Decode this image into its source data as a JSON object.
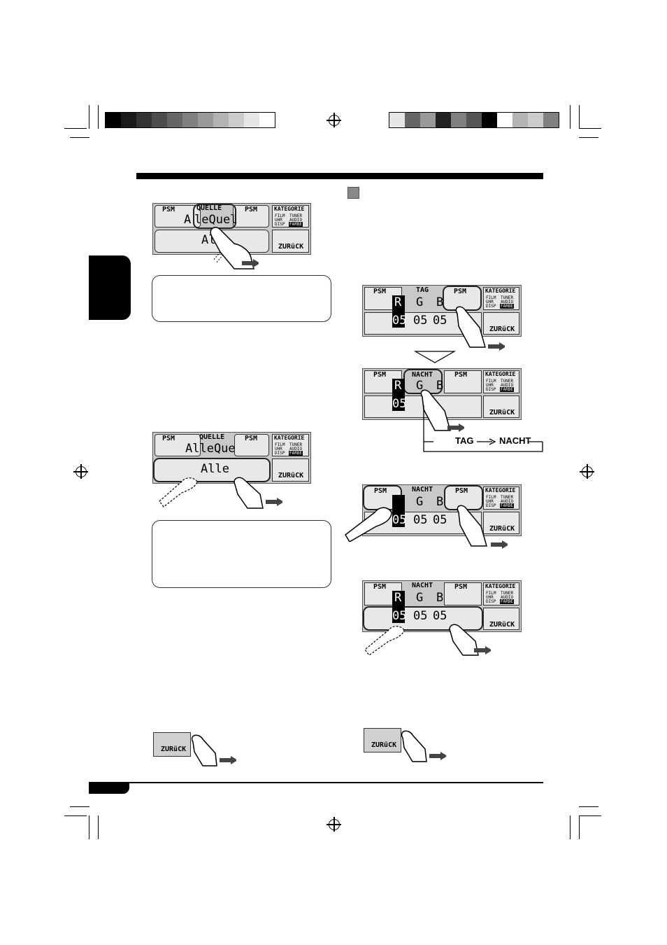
{
  "colorbar_left": [
    "#000000",
    "#1a1a1a",
    "#333333",
    "#4d4d4d",
    "#666666",
    "#808080",
    "#999999",
    "#b3b3b3",
    "#cccccc",
    "#e6e6e6",
    "#ffffff"
  ],
  "colorbar_right": [
    "#e6e6e6",
    "#666666",
    "#999999",
    "#222222",
    "#808080",
    "#555555",
    "#000000",
    "#ffffff",
    "#b3b3b3",
    "#cccccc",
    "#808080"
  ],
  "labels": {
    "psm": "PSM",
    "quelle": "QUELLE",
    "kategorie": "KATEGORIE",
    "film": "FILM",
    "tuner": "TUNER",
    "uhr": "UHR",
    "audio": "AUDIO",
    "disp": "DISP",
    "farbe": "FARBE",
    "zuruck": "ZURüCK",
    "tag": "TAG",
    "nacht": "NACHT"
  },
  "screens": {
    "s1_line": "AlleQuel",
    "s1_line_left": "A",
    "s1_line_hl": "leQuel",
    "s1_bottom": "Al",
    "s2_line": "AlleQuell",
    "s2_bottom": "Alle",
    "rgb_r": "R",
    "rgb_g": "G",
    "rgb_b": "B",
    "rgb_val": "05"
  },
  "flow": {
    "from": "TAG",
    "to": "NACHT"
  }
}
